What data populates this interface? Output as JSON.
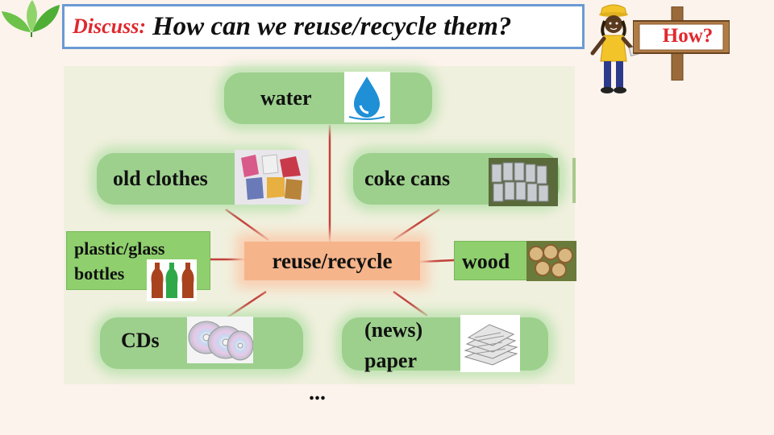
{
  "header": {
    "prefix": "Discuss:",
    "question": "How can we reuse/recycle them?"
  },
  "sign": {
    "text": "How?"
  },
  "diagram": {
    "center": "reuse/recycle",
    "nodes": {
      "water": "water",
      "old_clothes": "old clothes",
      "coke_cans": "coke cans",
      "plastic_line1": "plastic/glass",
      "plastic_line2": "bottles",
      "wood": "wood",
      "cds": "CDs",
      "news_line1": "(news)",
      "news_line2": "paper"
    },
    "more": "..."
  },
  "colors": {
    "accent_red": "#e0282e",
    "node_green": "#9dd08d",
    "center_orange": "#f6b48a",
    "connector": "#c2403a",
    "title_border": "#6a9ad4"
  }
}
